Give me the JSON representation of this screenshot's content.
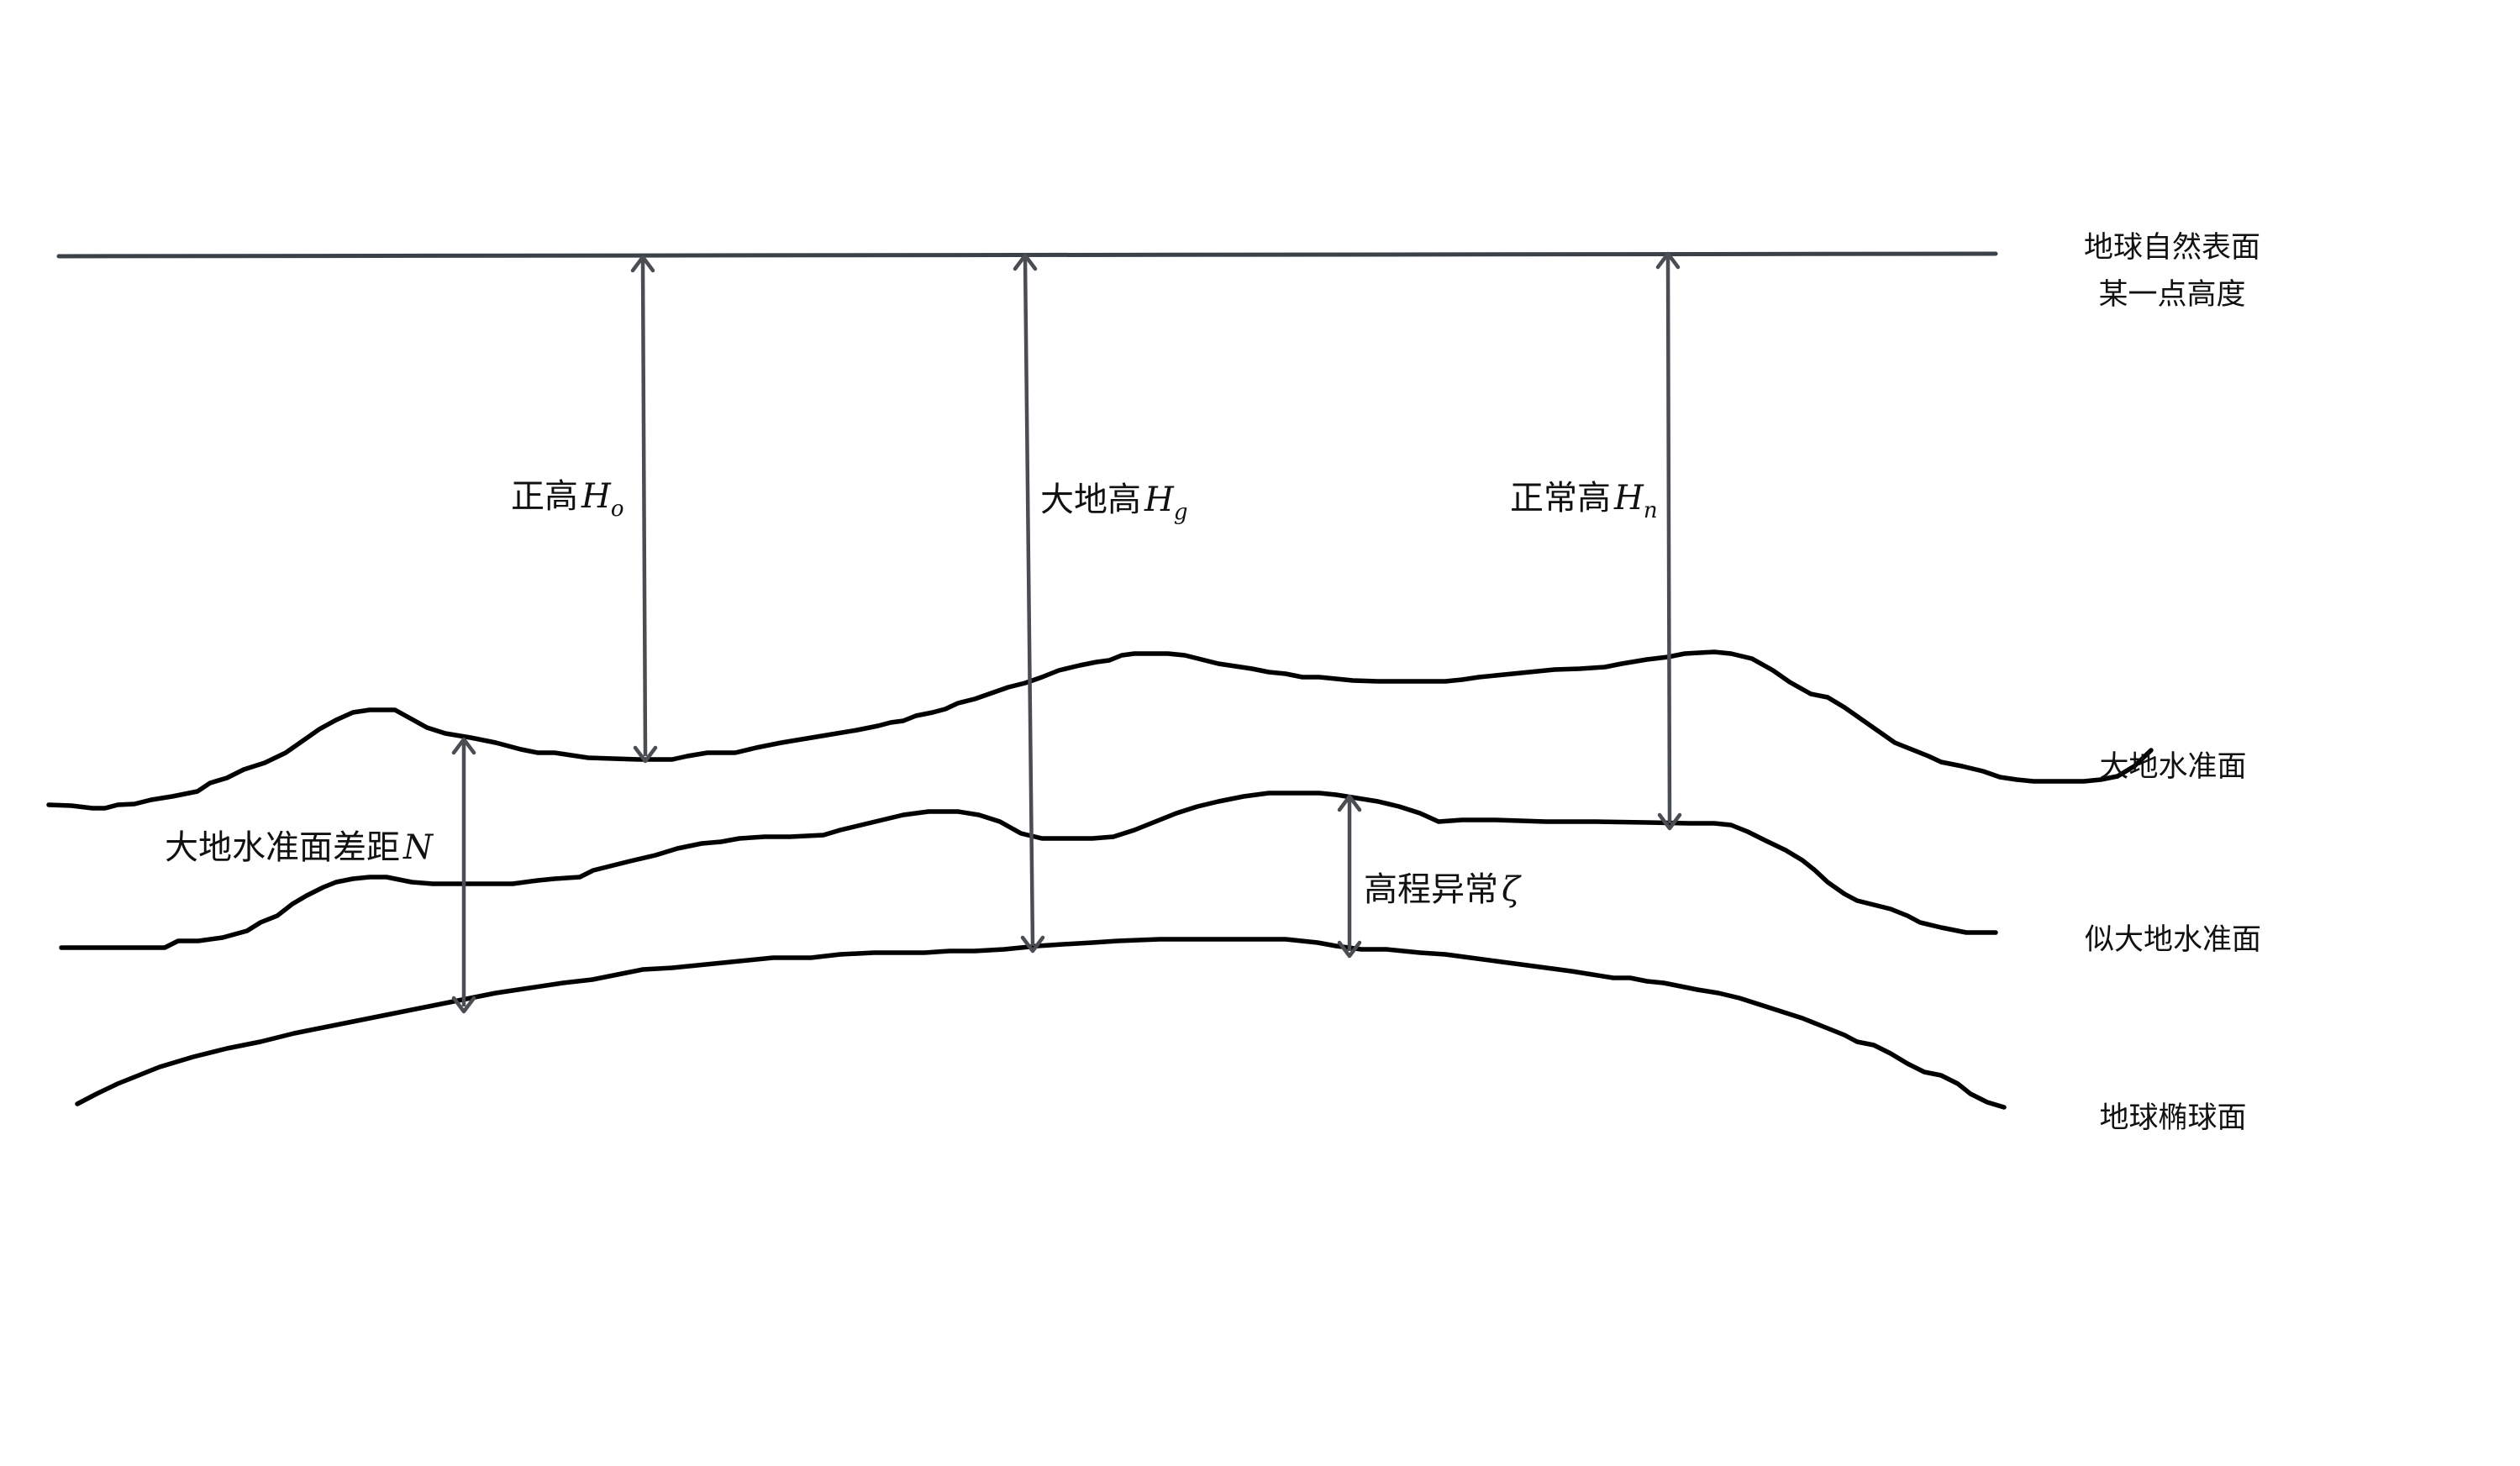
{
  "labels": {
    "top_surface_line1": "地球自然表面",
    "top_surface_line2": "某一点高度",
    "geoid": "大地水准面",
    "quasigeoid": "似大地水准面",
    "ellipsoid": "地球椭球面"
  },
  "measures": {
    "orthometric": {
      "text": "正高",
      "symbol": "H",
      "sub": "o"
    },
    "geodetic": {
      "text": "大地高",
      "symbol": "H",
      "sub": "g"
    },
    "normal": {
      "text": "正常高",
      "symbol": "H",
      "sub": "n"
    },
    "undulation": {
      "text": "大地水准面差距",
      "symbol": "N"
    },
    "height_anomaly": {
      "text": "高程异常",
      "symbol": "ζ"
    }
  }
}
